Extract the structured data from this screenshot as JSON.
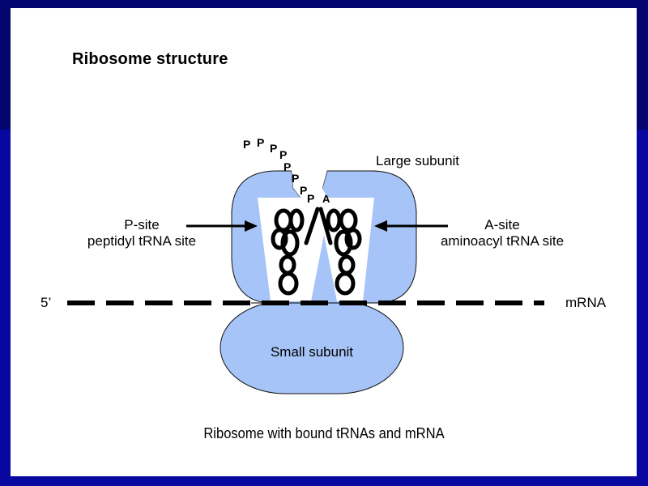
{
  "slide": {
    "title": "Ribosome structure",
    "caption": "Ribosome with bound tRNAs and mRNA"
  },
  "diagram": {
    "large_subunit_label": "Large subunit",
    "small_subunit_label": "Small subunit",
    "p_site": {
      "title": "P-site",
      "subtitle": "peptidyl tRNA site"
    },
    "a_site": {
      "title": "A-site",
      "subtitle": "aminoacyl tRNA site"
    },
    "mrna_5_prime_label": "5’",
    "mrna_label": "mRNA",
    "peptide_chain": [
      "P",
      "P",
      "P",
      "P",
      "P",
      "P",
      "P",
      "P"
    ],
    "incoming_amino_acid": "A",
    "colors": {
      "subunit_fill": "#a6c4f7",
      "background_dark": "#050570",
      "background": "#0808a0"
    }
  }
}
